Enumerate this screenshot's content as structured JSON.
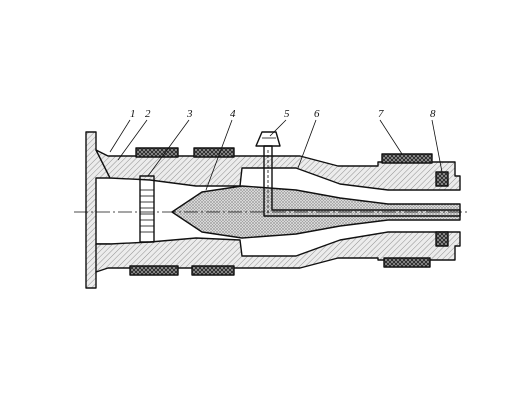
{
  "diagram": {
    "part_labels": [
      {
        "id": "1",
        "text": "1"
      },
      {
        "id": "2",
        "text": "2"
      },
      {
        "id": "3",
        "text": "3"
      },
      {
        "id": "4",
        "text": "4"
      },
      {
        "id": "5",
        "text": "5"
      },
      {
        "id": "6",
        "text": "6"
      },
      {
        "id": "7",
        "text": "7"
      },
      {
        "id": "8",
        "text": "8"
      }
    ]
  }
}
